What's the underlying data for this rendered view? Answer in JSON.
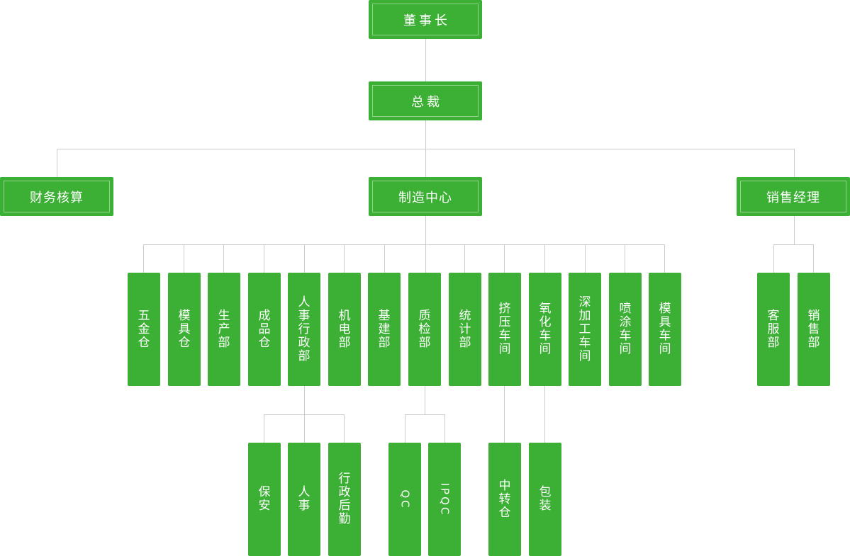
{
  "colors": {
    "node_fill": "#3cb034",
    "node_text": "#ffffff",
    "connector": "#cccccc",
    "background": "#ffffff"
  },
  "nodes": {
    "chairman": "董事长",
    "president": "总裁",
    "finance": "财务核算",
    "manufacturing": "制造中心",
    "sales_manager": "销售经理",
    "hardware_warehouse": "五金仓",
    "mold_warehouse": "模具仓",
    "production_dept": "生产部",
    "finished_goods_warehouse": "成品仓",
    "hr_admin_dept": "人事行政部",
    "mechanical_electrical_dept": "机电部",
    "infrastructure_dept": "基建部",
    "quality_dept": "质检部",
    "statistics_dept": "统计部",
    "extrusion_workshop": "挤压车间",
    "oxidation_workshop": "氧化车间",
    "deep_processing_workshop": "深加工车间",
    "spraying_workshop": "喷涂车间",
    "mold_workshop": "模具车间",
    "customer_service_dept": "客服部",
    "sales_dept": "销售部",
    "security": "保安",
    "personnel": "人事",
    "admin_logistics": "行政后勤",
    "qc": "QC",
    "ipqc": "IPQC",
    "transfer_warehouse": "中转仓",
    "packaging": "包装"
  }
}
